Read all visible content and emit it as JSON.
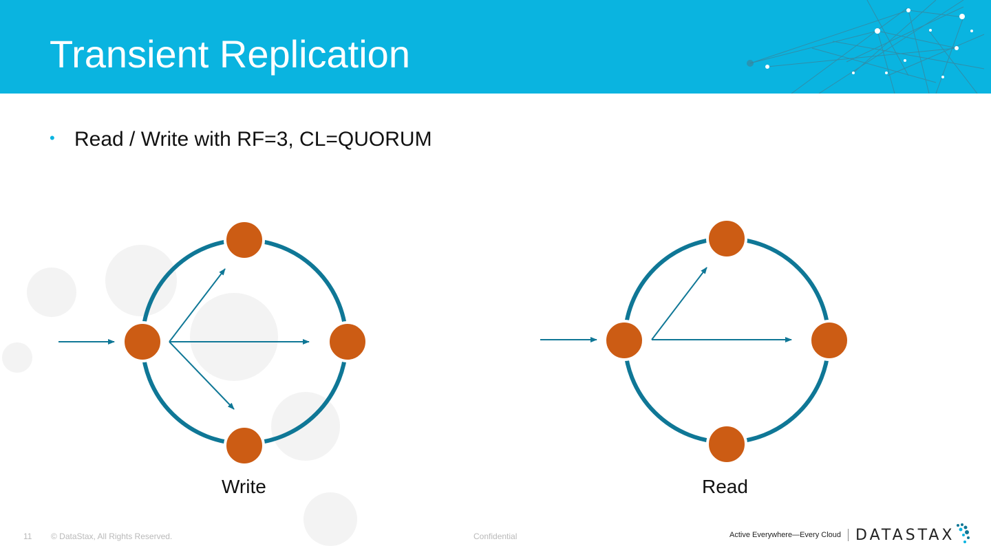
{
  "slide": {
    "title": "Transient Replication",
    "bullets": [
      "Read / Write with RF=3, CL=QUORUM"
    ]
  },
  "diagrams": {
    "write": {
      "caption": "Write"
    },
    "read": {
      "caption": "Read"
    }
  },
  "footer": {
    "page_number": "11",
    "copyright": "© DataStax, All Rights Reserved.",
    "confidential": "Confidential",
    "tagline": "Active Everywhere—Every Cloud",
    "logo": "DATASTAX"
  },
  "colors": {
    "header": "#0ab4e0",
    "ring": "#0f7796",
    "node": "#cc5c14",
    "bubbles": "#f3f3f3"
  },
  "icons": [
    "network-graphic",
    "datastax-dots-icon"
  ]
}
